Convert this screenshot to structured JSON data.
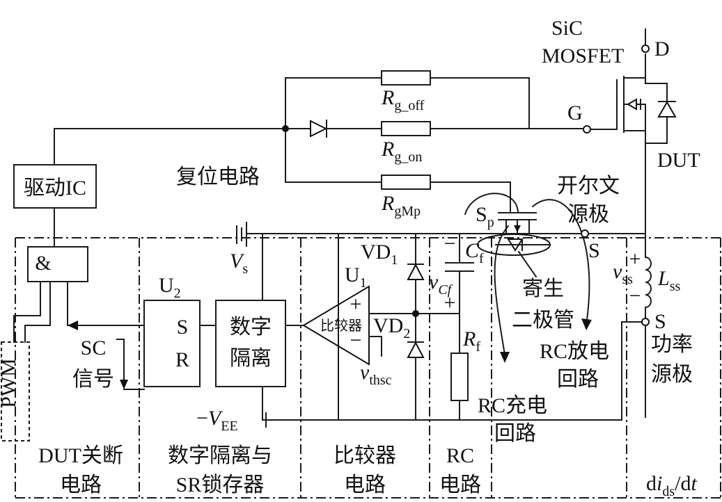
{
  "device": {
    "line1": "SiC",
    "line2": "MOSFET",
    "drain": "D",
    "gate": "G",
    "dut": "DUT"
  },
  "resistors": {
    "off": {
      "base": "R",
      "sub": "g_off"
    },
    "on": {
      "base": "R",
      "sub": "g_on"
    },
    "mp": {
      "base": "R",
      "sub": "gMp"
    },
    "f": {
      "base": "R",
      "sub": "f"
    }
  },
  "driver_ic": "驱动IC",
  "reset_circuit": "复位电路",
  "kelvin": {
    "line1": "开尔文",
    "line2": "源极",
    "s": "S"
  },
  "sp": {
    "base": "S",
    "sub": "p"
  },
  "and_gate": "&",
  "pwm": "PWM",
  "vs": {
    "base": "V",
    "sub": "s"
  },
  "u2": {
    "base": "U",
    "sub": "2"
  },
  "u1": {
    "base": "U",
    "sub": "1"
  },
  "latch": {
    "s": "S",
    "r": "R"
  },
  "isolator": {
    "line1": "数字",
    "line2": "隔离"
  },
  "comparator": {
    "label": "比较器",
    "plus": "+",
    "minus": "−"
  },
  "vd1": {
    "base": "VD",
    "sub": "1"
  },
  "vd2": {
    "base": "VD",
    "sub": "2"
  },
  "cf": {
    "base": "C",
    "sub": "f"
  },
  "vcf": {
    "base": "v",
    "sub": "Cf",
    "plus": "+",
    "minus": "−"
  },
  "vthsc": {
    "base": "v",
    "sub": "thsc"
  },
  "vee": {
    "prefix": "−",
    "base": "V",
    "sub": "EE"
  },
  "sc_signal": {
    "line1": "SC",
    "line2": "信号"
  },
  "parasitic_diode": {
    "line1": "寄生",
    "line2": "二极管"
  },
  "rc_discharge": {
    "line1": "RC放电",
    "line2": "回路"
  },
  "rc_charge": {
    "line1": "RC充电",
    "line2": "回路"
  },
  "lss": {
    "base": "L",
    "sub": "ss"
  },
  "vss": {
    "base": "v",
    "sub": "ss",
    "plus": "+",
    "minus": "−"
  },
  "power_source": {
    "s": "S",
    "line1": "功率",
    "line2": "源极"
  },
  "sections": {
    "dut_off": {
      "line1": "DUT关断",
      "line2": "电路"
    },
    "isolation": {
      "line1": "数字隔离与",
      "line2": "SR锁存器"
    },
    "comparator": {
      "line1": "比较器",
      "line2": "电路"
    },
    "rc": {
      "line1": "RC",
      "line2": "电路"
    },
    "didt": {
      "d1": "d",
      "i": "i",
      "sub": "ds",
      "slash": "/d",
      "t": "t"
    }
  }
}
